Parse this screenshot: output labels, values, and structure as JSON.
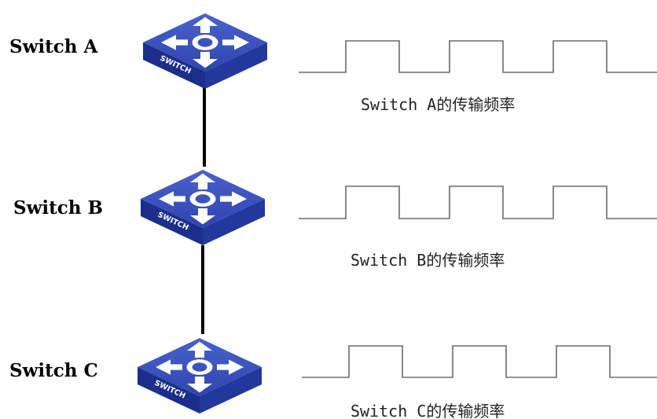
{
  "switches": [
    {
      "name": "Switch A",
      "brand": "SWITCH",
      "frequency_label": "Switch A的传输频率"
    },
    {
      "name": "Switch B",
      "brand": "SWITCH",
      "frequency_label": "Switch B的传输频率"
    },
    {
      "name": "Switch C",
      "brand": "SWITCH",
      "frequency_label": "Switch C的传输频率"
    }
  ],
  "colors": {
    "switch_body": "#2a40a8",
    "wave": "#6b6b6b",
    "link": "#000000"
  }
}
